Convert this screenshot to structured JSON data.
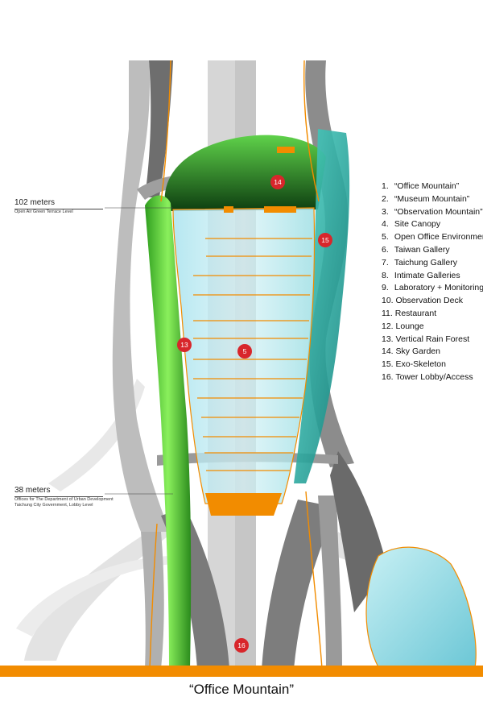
{
  "levels": {
    "upper": {
      "title": "102 meters",
      "subtitle": "Open Air Green Terrace Level"
    },
    "lower": {
      "title": "38 meters",
      "subtitle_lines": [
        "Offices for The Department of Urban Development",
        "Taichung City Government, Lobby Level"
      ]
    }
  },
  "legend": [
    {
      "num": "1.",
      "label": "“Office Mountain”"
    },
    {
      "num": "2.",
      "label": "“Museum Mountain”"
    },
    {
      "num": "3.",
      "label": "“Observation Mountain”"
    },
    {
      "num": "4.",
      "label": "Site Canopy"
    },
    {
      "num": "5.",
      "label": "Open Office Environment"
    },
    {
      "num": "6.",
      "label": "Taiwan Gallery"
    },
    {
      "num": "7.",
      "label": "Taichung Gallery"
    },
    {
      "num": "8.",
      "label": "Intimate Galleries"
    },
    {
      "num": "9.",
      "label": "Laboratory + Monitoring"
    },
    {
      "num": "10.",
      "label": "Observation Deck"
    },
    {
      "num": "11.",
      "label": "Restaurant"
    },
    {
      "num": "12.",
      "label": "Lounge"
    },
    {
      "num": "13.",
      "label": "Vertical Rain Forest"
    },
    {
      "num": "14.",
      "label": "Sky Garden"
    },
    {
      "num": "15.",
      "label": "Exo-Skeleton"
    },
    {
      "num": "16.",
      "label": "Tower Lobby/Access"
    }
  ],
  "markers": [
    "14",
    "15",
    "13",
    "5",
    "16"
  ],
  "caption": "“Office Mountain”",
  "colors": {
    "accent_orange": "#f28c00",
    "marker_red": "#d8262b",
    "green": "#3fd13a",
    "cyan_glass": "#7fd8e0",
    "structure_grey": "#8a8a8a"
  }
}
